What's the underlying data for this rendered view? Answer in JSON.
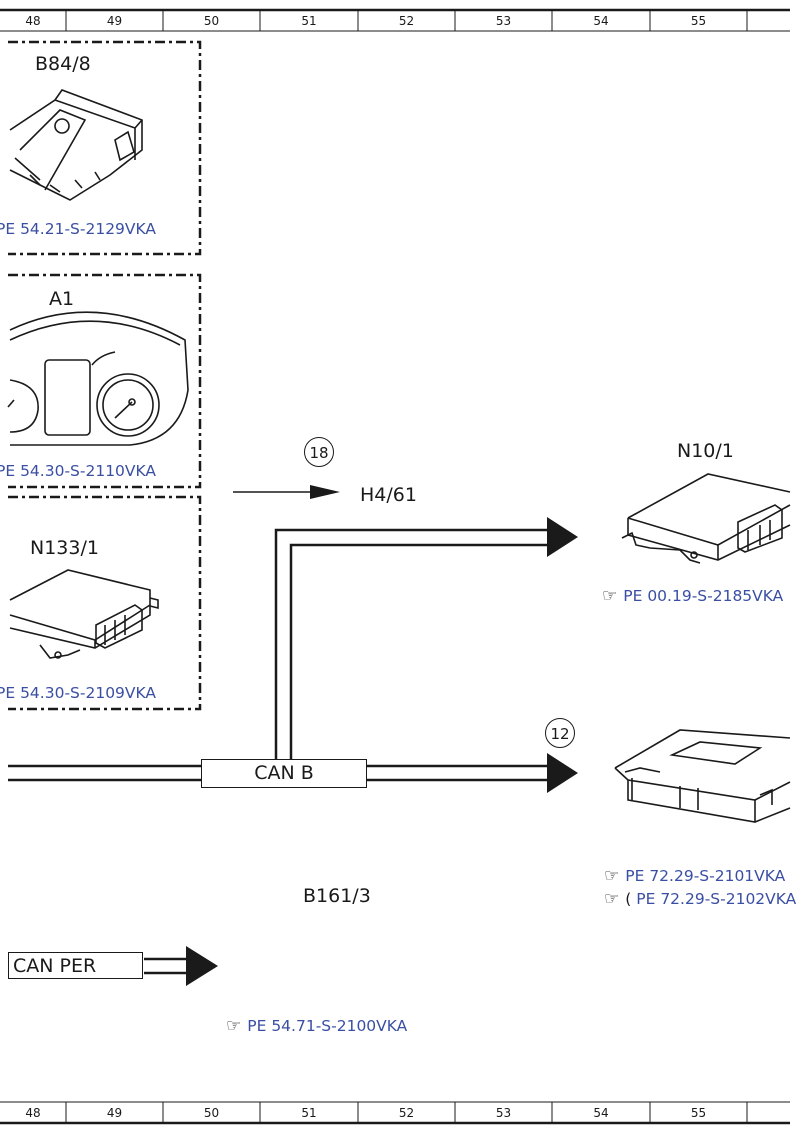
{
  "ruler": {
    "columns": [
      "48",
      "49",
      "50",
      "51",
      "52",
      "53",
      "54",
      "55"
    ]
  },
  "components": {
    "b84_8": {
      "label": "B84/8",
      "ref": "PE 54.21-S-2129VKA"
    },
    "a1": {
      "label": "A1",
      "ref": "PE 54.30-S-2110VKA"
    },
    "n133_1": {
      "label": "N133/1",
      "ref": "PE 54.30-S-2109VKA"
    },
    "n10_1": {
      "label": "N10/1",
      "ref": "PE 00.19-S-2185VKA"
    },
    "unit12": {
      "ref1": "PE 72.29-S-2101VKA",
      "ref2_prefix": "(",
      "ref2": "PE 72.29-S-2102VKA"
    },
    "b161_3": {
      "label": "B161/3",
      "ref": "PE 54.71-S-2100VKA"
    }
  },
  "connections": {
    "h4_61": {
      "label": "H4/61",
      "marker": "18"
    },
    "can_b": {
      "label": "CAN B",
      "marker": "12"
    },
    "can_per": {
      "label": "CAN PER"
    }
  },
  "icons": {
    "reference": "pointing-hand-icon"
  },
  "colors": {
    "reference_text": "#3a4fa3",
    "lines": "#1a1a1a"
  }
}
